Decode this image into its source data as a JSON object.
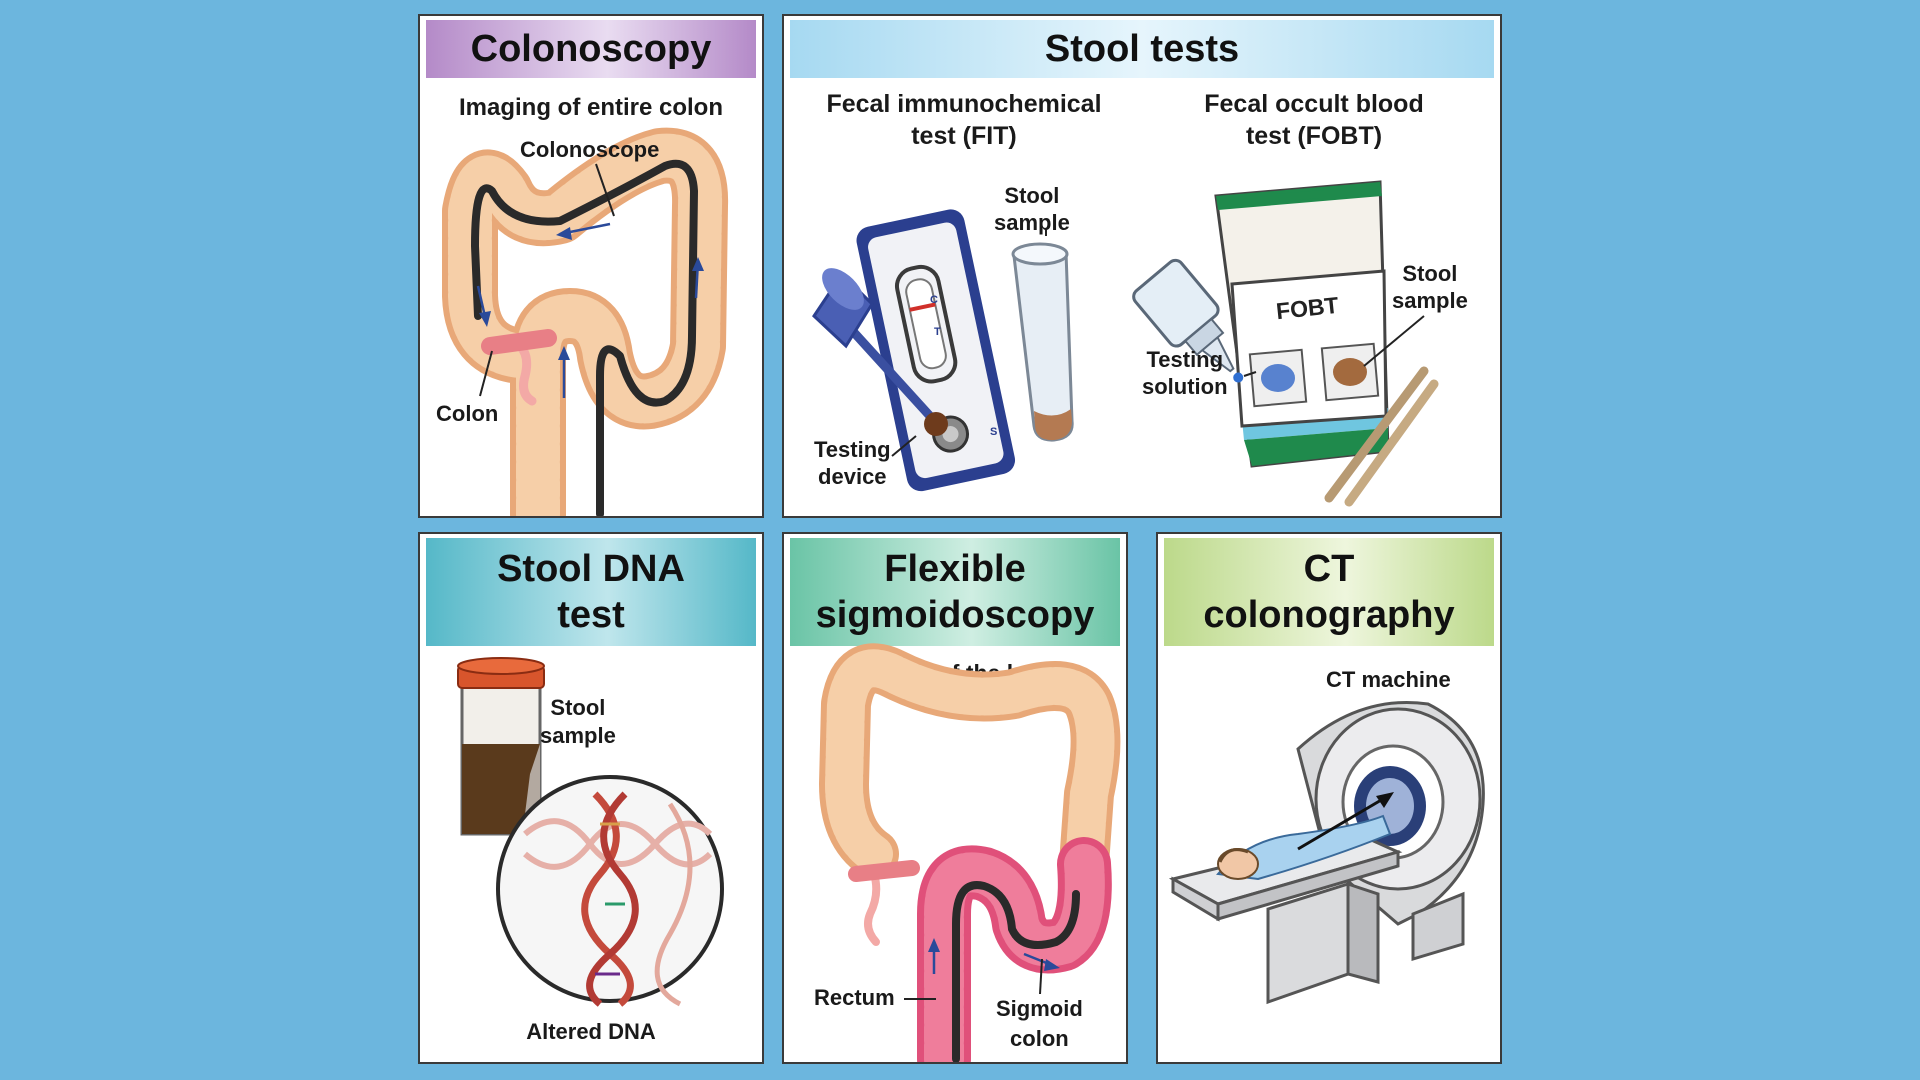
{
  "colors": {
    "background": "#6cb6de",
    "colonoscopy_header": "#c7a6d8",
    "stool_tests_header": "#bfe3f4",
    "stool_dna_header": "#7ccbd6",
    "flex_sig_header": "#86cdb4",
    "ct_header": "#cfe3a6",
    "colon_tissue": "#f3c49c",
    "scope": "#2a2a2a",
    "arrow": "#2a4a9a"
  },
  "colonoscopy": {
    "title": "Colonoscopy",
    "subtitle": "Imaging of entire colon",
    "labels": {
      "scope": "Colonoscope",
      "colon": "Colon"
    }
  },
  "stool_tests": {
    "title": "Stool tests",
    "fit": {
      "title_line1": "Fecal immunochemical",
      "title_line2": "test (FIT)",
      "stool_line1": "Stool",
      "stool_line2": "sample",
      "device_line1": "Testing",
      "device_line2": "device",
      "marks": {
        "c": "C",
        "t": "T",
        "s": "S"
      }
    },
    "fobt": {
      "title_line1": "Fecal occult blood",
      "title_line2": "test (FOBT)",
      "card_label": "FOBT",
      "stool_line1": "Stool",
      "stool_line2": "sample",
      "solution_line1": "Testing",
      "solution_line2": "solution"
    }
  },
  "stool_dna": {
    "title_line1": "Stool DNA",
    "title_line2": "test",
    "stool_line1": "Stool",
    "stool_line2": "sample",
    "dna_label": "Altered DNA"
  },
  "flex_sig": {
    "title_line1": "Flexible",
    "title_line2": "sigmoidoscopy",
    "subtitle_line1": "Imaging of the lower",
    "subtitle_line2": "colon",
    "rectum": "Rectum",
    "sigmoid_line1": "Sigmoid",
    "sigmoid_line2": "colon"
  },
  "ct": {
    "title_line1": "CT",
    "title_line2": "colonography",
    "machine": "CT machine"
  }
}
